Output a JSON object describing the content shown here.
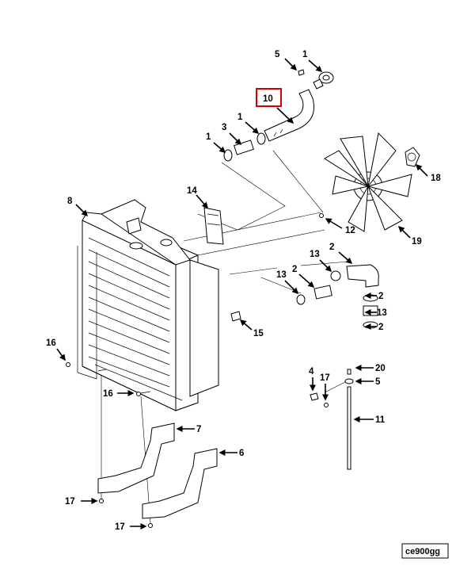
{
  "diagram": {
    "figure_code": "ce900gg",
    "highlight_color": "#d40000",
    "callouts": {
      "c5a": "5",
      "c1a": "1",
      "c10": "10",
      "c1b": "1",
      "c3": "3",
      "c1c": "1",
      "c8": "8",
      "c14": "14",
      "c18": "18",
      "c12": "12",
      "c19": "19",
      "c2a": "2",
      "c13a": "13",
      "c2b": "2",
      "c13b": "13",
      "c2c": "2",
      "c13c": "13",
      "c2d": "2",
      "c15": "15",
      "c16a": "16",
      "c16b": "16",
      "c4": "4",
      "c17a": "17",
      "c20": "20",
      "c5b": "5",
      "c11": "11",
      "c7": "7",
      "c6": "6",
      "c17b": "17",
      "c17c": "17"
    }
  }
}
